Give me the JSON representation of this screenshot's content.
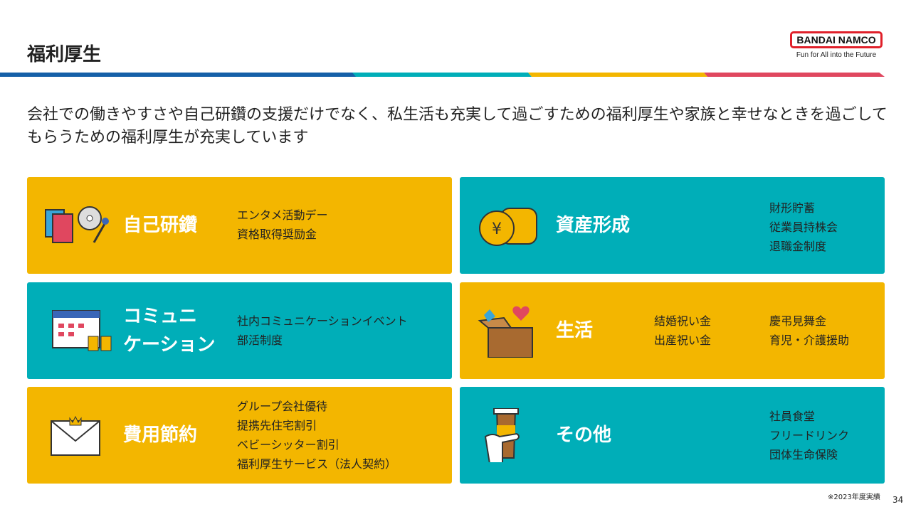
{
  "title": "福利厚生",
  "logo": {
    "brand": "BANDAI NAMCO",
    "tagline": "Fun for All into the Future"
  },
  "colors": {
    "yellow": "#f3b600",
    "teal": "#00aeb8",
    "blue": "#1560a8",
    "pink": "#e0475f"
  },
  "intro": "会社での働きやすさや自己研鑽の支援だけでなく、私生活も充実して過ごすための福利厚生や家族と幸せなときを過ごしてもらうための福利厚生が充実しています",
  "cards": [
    {
      "heading": "自己研鑽",
      "icon": "books-music-icon",
      "items": [
        "エンタメ活動デー",
        "資格取得奨励金"
      ]
    },
    {
      "heading": "資産形成",
      "icon": "yen-coins-icon",
      "items": [
        "財形貯蓄",
        "従業員持株会",
        "退職金制度"
      ]
    },
    {
      "heading1": "コミュニ",
      "heading2": "ケーション",
      "icon": "calendar-cheers-icon",
      "items": [
        "社内コミュニケーションイベント",
        "部活制度"
      ]
    },
    {
      "heading": "生活",
      "icon": "gift-box-icon",
      "items": [
        "結婚祝い金",
        "出産祝い金"
      ],
      "items2": [
        "慶弔見舞金",
        "育児・介護援助"
      ]
    },
    {
      "heading": "費用節約",
      "icon": "envelope-icon",
      "items": [
        "グループ会社優待",
        "提携先住宅割引",
        "ベビーシッター割引",
        "福利厚生サービス（法人契約）"
      ]
    },
    {
      "heading": "その他",
      "icon": "coffee-cup-icon",
      "items": [
        "社員食堂",
        "フリードリンク",
        "団体生命保険"
      ]
    }
  ],
  "footnote": "※2023年度実績",
  "page_number": "34"
}
